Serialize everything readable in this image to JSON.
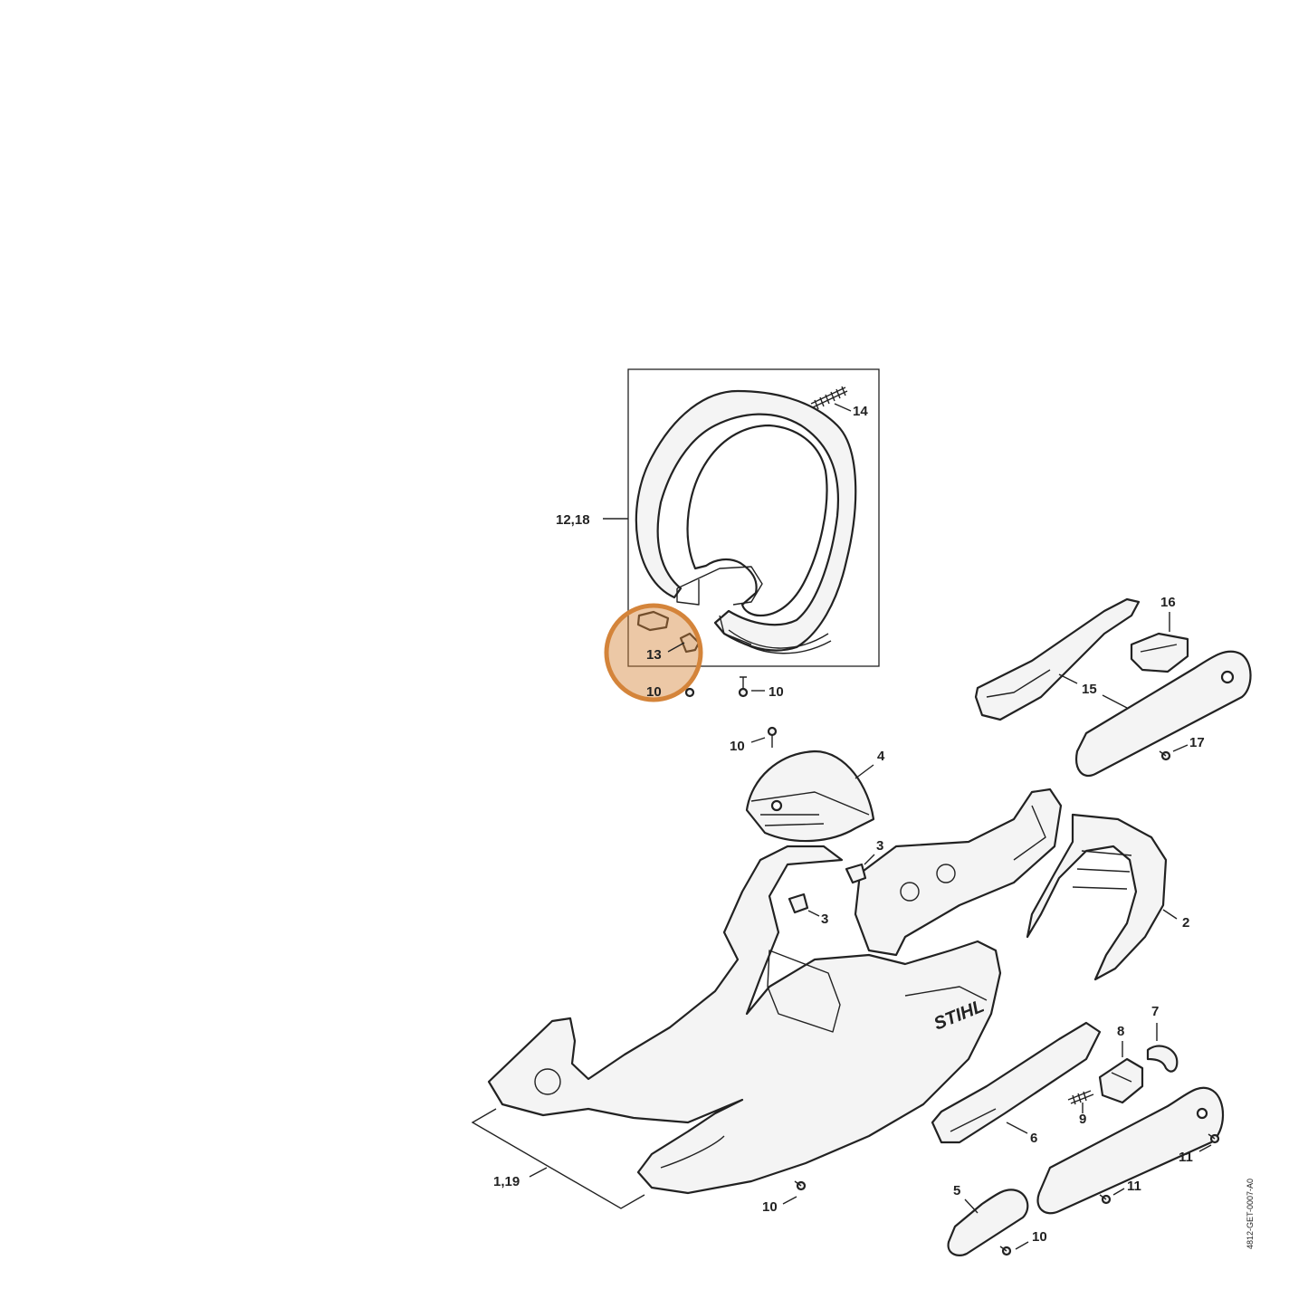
{
  "callouts": {
    "c1_19": "1,19",
    "c2": "2",
    "c3a": "3",
    "c3b": "3",
    "c4": "4",
    "c5": "5",
    "c6": "6",
    "c7": "7",
    "c8": "8",
    "c9": "9",
    "c10_a": "10",
    "c10_b": "10",
    "c10_c": "10",
    "c10_d": "10",
    "c10_e": "10",
    "c11_a": "11",
    "c11_b": "11",
    "c12_18": "12,18",
    "c13": "13",
    "c14": "14",
    "c15": "15",
    "c16": "16",
    "c17": "17"
  },
  "logo_text": "STIHL",
  "document_id": "4812-GET-0007-A0",
  "highlight_color": "#d4843a"
}
